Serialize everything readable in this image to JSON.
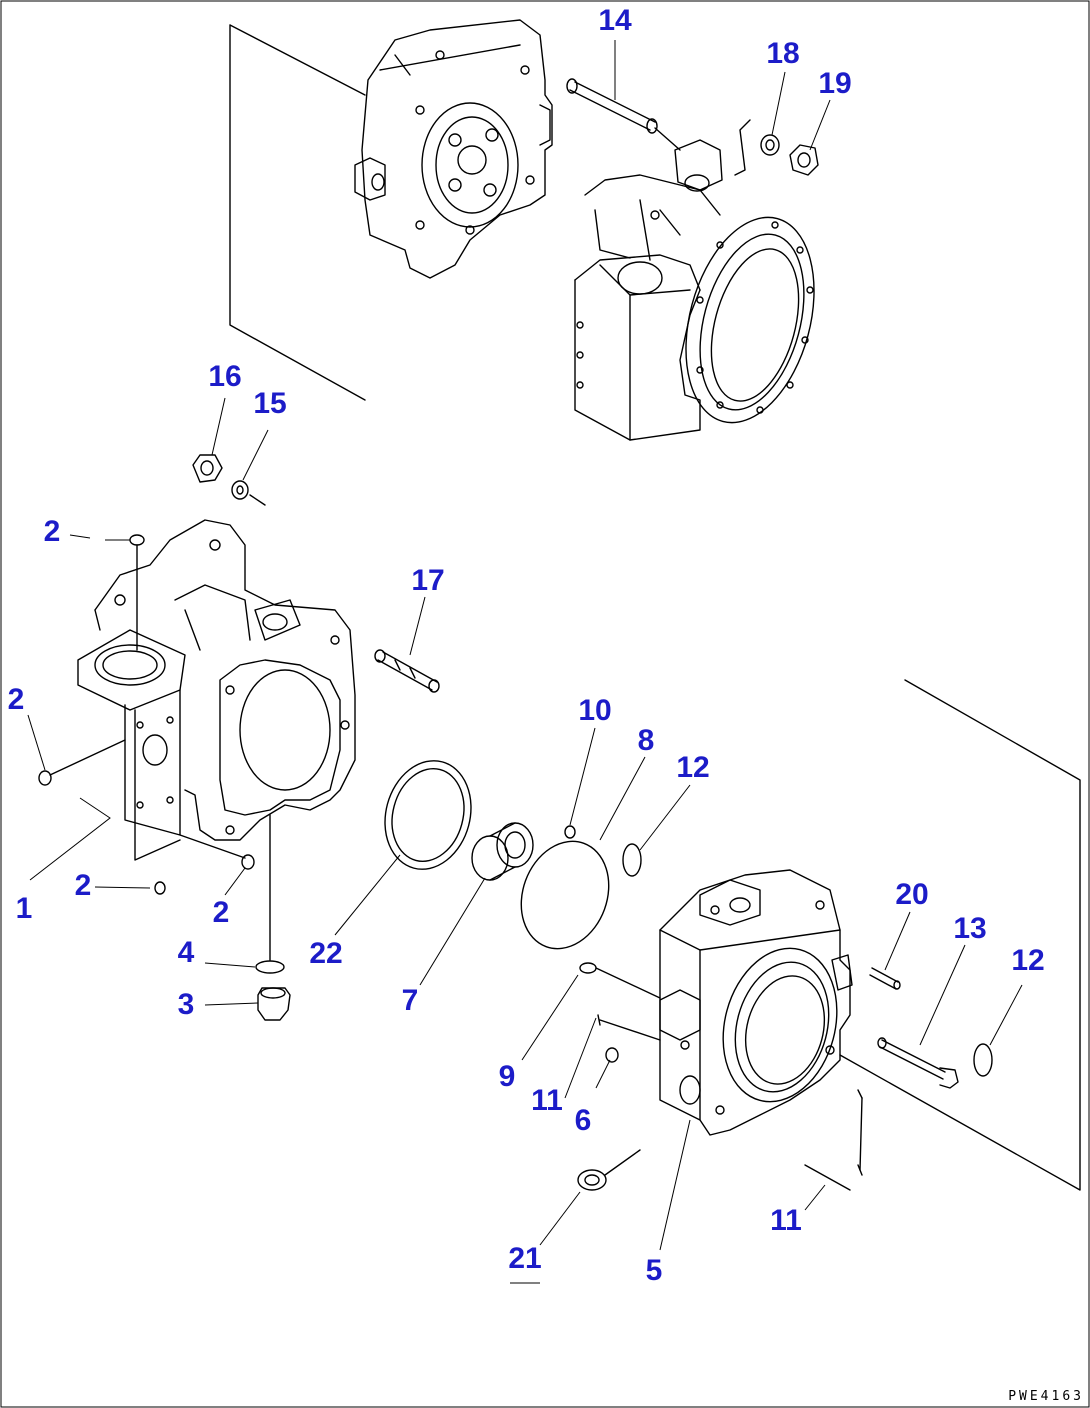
{
  "diagram": {
    "drawing_code": "PWE4163",
    "label_color": "#1c1cc8",
    "callouts": [
      {
        "id": "c14",
        "text": "14"
      },
      {
        "id": "c18",
        "text": "18"
      },
      {
        "id": "c19",
        "text": "19"
      },
      {
        "id": "c16",
        "text": "16"
      },
      {
        "id": "c15",
        "text": "15"
      },
      {
        "id": "c2a",
        "text": "2"
      },
      {
        "id": "c17",
        "text": "17"
      },
      {
        "id": "c2b",
        "text": "2"
      },
      {
        "id": "c10",
        "text": "10"
      },
      {
        "id": "c8",
        "text": "8"
      },
      {
        "id": "c12a",
        "text": "12"
      },
      {
        "id": "c1",
        "text": "1"
      },
      {
        "id": "c2c",
        "text": "2"
      },
      {
        "id": "c2d",
        "text": "2"
      },
      {
        "id": "c20",
        "text": "20"
      },
      {
        "id": "c13",
        "text": "13"
      },
      {
        "id": "c12b",
        "text": "12"
      },
      {
        "id": "c4",
        "text": "4"
      },
      {
        "id": "c22",
        "text": "22"
      },
      {
        "id": "c3",
        "text": "3"
      },
      {
        "id": "c7",
        "text": "7"
      },
      {
        "id": "c9",
        "text": "9"
      },
      {
        "id": "c11a",
        "text": "11"
      },
      {
        "id": "c6",
        "text": "6"
      },
      {
        "id": "c11b",
        "text": "11"
      },
      {
        "id": "c21",
        "text": "21"
      },
      {
        "id": "c5",
        "text": "5"
      }
    ]
  }
}
